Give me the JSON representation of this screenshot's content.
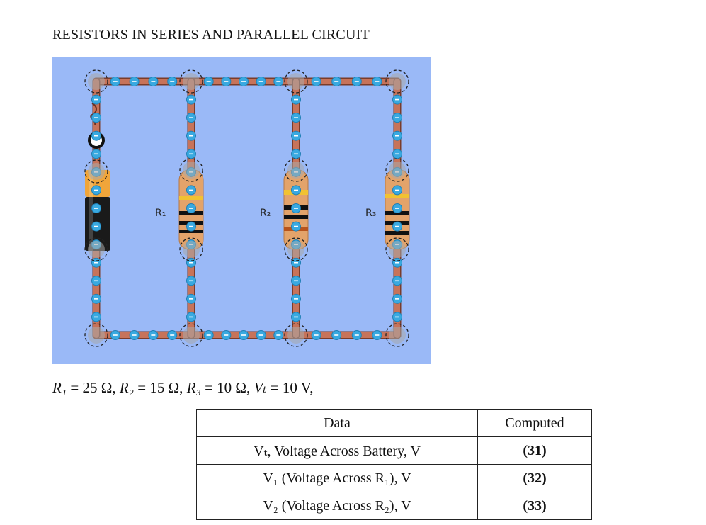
{
  "title": "RESISTORS IN SERIES AND PARALLEL CIRCUIT",
  "circuit": {
    "background_color": "#9ab9f7",
    "wire_color": "#c7735a",
    "electron_color": "#39a9e0",
    "resistor_labels": [
      "R₁",
      "R₂",
      "R₃"
    ]
  },
  "params": {
    "r1_sym": "R₁",
    "r1_val": " = 25 Ω, ",
    "r2_sym": "R₂",
    "r2_val": " = 15 Ω, ",
    "r3_sym": "R₃",
    "r3_val": " = 10 Ω, ",
    "vt_sym": "Vₜ",
    "vt_val": " = 10 V,"
  },
  "table": {
    "headers": [
      "Data",
      "Computed"
    ],
    "rows": [
      {
        "label": "Vₜ, Voltage Across Battery, V",
        "value": "(31)"
      },
      {
        "label": "V₁ (Voltage Across R₁), V",
        "value": "(32)"
      },
      {
        "label": "V₂ (Voltage Across R₂), V",
        "value": "(33)"
      }
    ]
  }
}
